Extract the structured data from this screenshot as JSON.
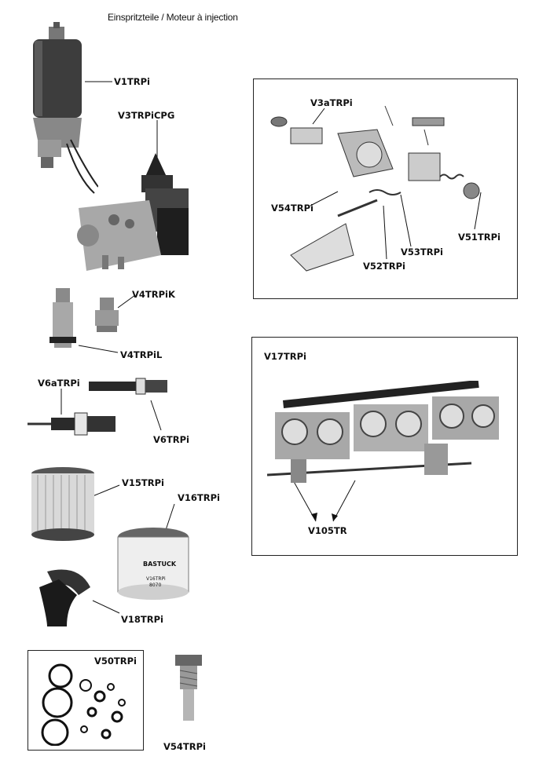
{
  "header": {
    "title": "Einspritzteile / Moteur à injection"
  },
  "labels": {
    "v1": "V1TRPi",
    "v3cpg": "V3TRPiCPG",
    "v4k": "V4TRPiK",
    "v4l": "V4TRPiL",
    "v6a": "V6aTRPi",
    "v6": "V6TRPi",
    "v15": "V15TRPi",
    "v16": "V16TRPi",
    "v18": "V18TRPi",
    "v50": "V50TRPi",
    "v54b": "V54TRPi",
    "v3a": "V3aTRPi",
    "v54": "V54TRPi",
    "v51": "V51TRPi",
    "v52": "V52TRPi",
    "v53": "V53TRPi",
    "v17": "V17TRPi",
    "v105": "V105TR"
  },
  "filter_text": {
    "brand": "BASTUCK",
    "code": "V16TRPi",
    "num": "8070"
  },
  "colors": {
    "ink": "#111111",
    "metal": "#a8a8a8",
    "dark": "#2a2a2a"
  }
}
